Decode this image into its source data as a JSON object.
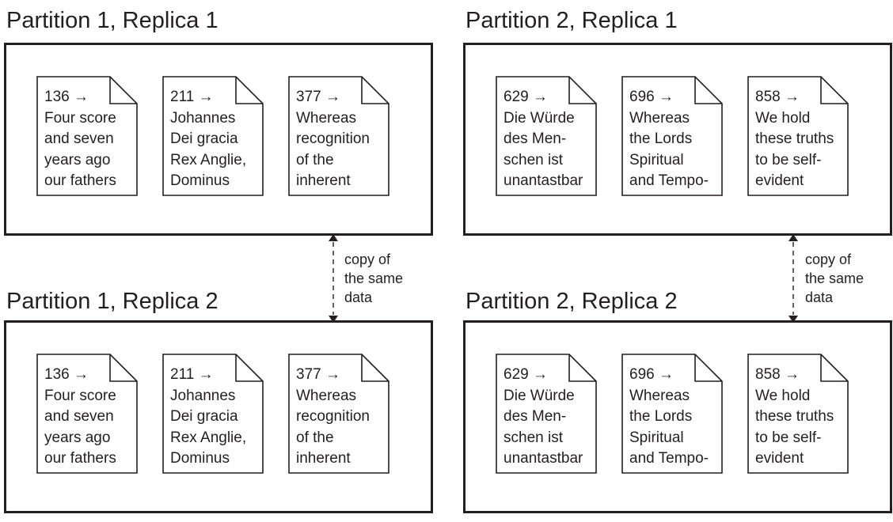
{
  "groups": [
    {
      "note": [
        "copy of",
        "the same",
        "data"
      ],
      "replicas": [
        {
          "title": "Partition 1, Replica 1",
          "docs": [
            {
              "key": "136 →",
              "lines": [
                "Four score",
                "and seven",
                "years ago",
                "our fathers"
              ]
            },
            {
              "key": "211 →",
              "lines": [
                "Johannes",
                "Dei gracia",
                "Rex Anglie,",
                "Dominus"
              ]
            },
            {
              "key": "377 →",
              "lines": [
                "Whereas",
                "recognition",
                "of the",
                "inherent"
              ]
            }
          ]
        },
        {
          "title": "Partition 1, Replica 2",
          "docs": [
            {
              "key": "136 →",
              "lines": [
                "Four score",
                "and seven",
                "years ago",
                "our fathers"
              ]
            },
            {
              "key": "211 →",
              "lines": [
                "Johannes",
                "Dei gracia",
                "Rex Anglie,",
                "Dominus"
              ]
            },
            {
              "key": "377 →",
              "lines": [
                "Whereas",
                "recognition",
                "of the",
                "inherent"
              ]
            }
          ]
        }
      ]
    },
    {
      "note": [
        "copy of",
        "the same",
        "data"
      ],
      "replicas": [
        {
          "title": "Partition 2, Replica 1",
          "docs": [
            {
              "key": "629 →",
              "lines": [
                "Die Würde",
                "des Men-",
                "schen ist",
                "unantastbar"
              ]
            },
            {
              "key": "696 →",
              "lines": [
                "Whereas",
                "the Lords",
                "Spiritual",
                "and Tempo-"
              ]
            },
            {
              "key": "858 →",
              "lines": [
                "We hold",
                "these truths",
                "to be self-",
                "evident"
              ]
            }
          ]
        },
        {
          "title": "Partition 2, Replica 2",
          "docs": [
            {
              "key": "629 →",
              "lines": [
                "Die Würde",
                "des Men-",
                "schen ist",
                "unantastbar"
              ]
            },
            {
              "key": "696 →",
              "lines": [
                "Whereas",
                "the Lords",
                "Spiritual",
                "and Tempo-"
              ]
            },
            {
              "key": "858 →",
              "lines": [
                "We hold",
                "these truths",
                "to be self-",
                "evident"
              ]
            }
          ]
        }
      ]
    }
  ]
}
